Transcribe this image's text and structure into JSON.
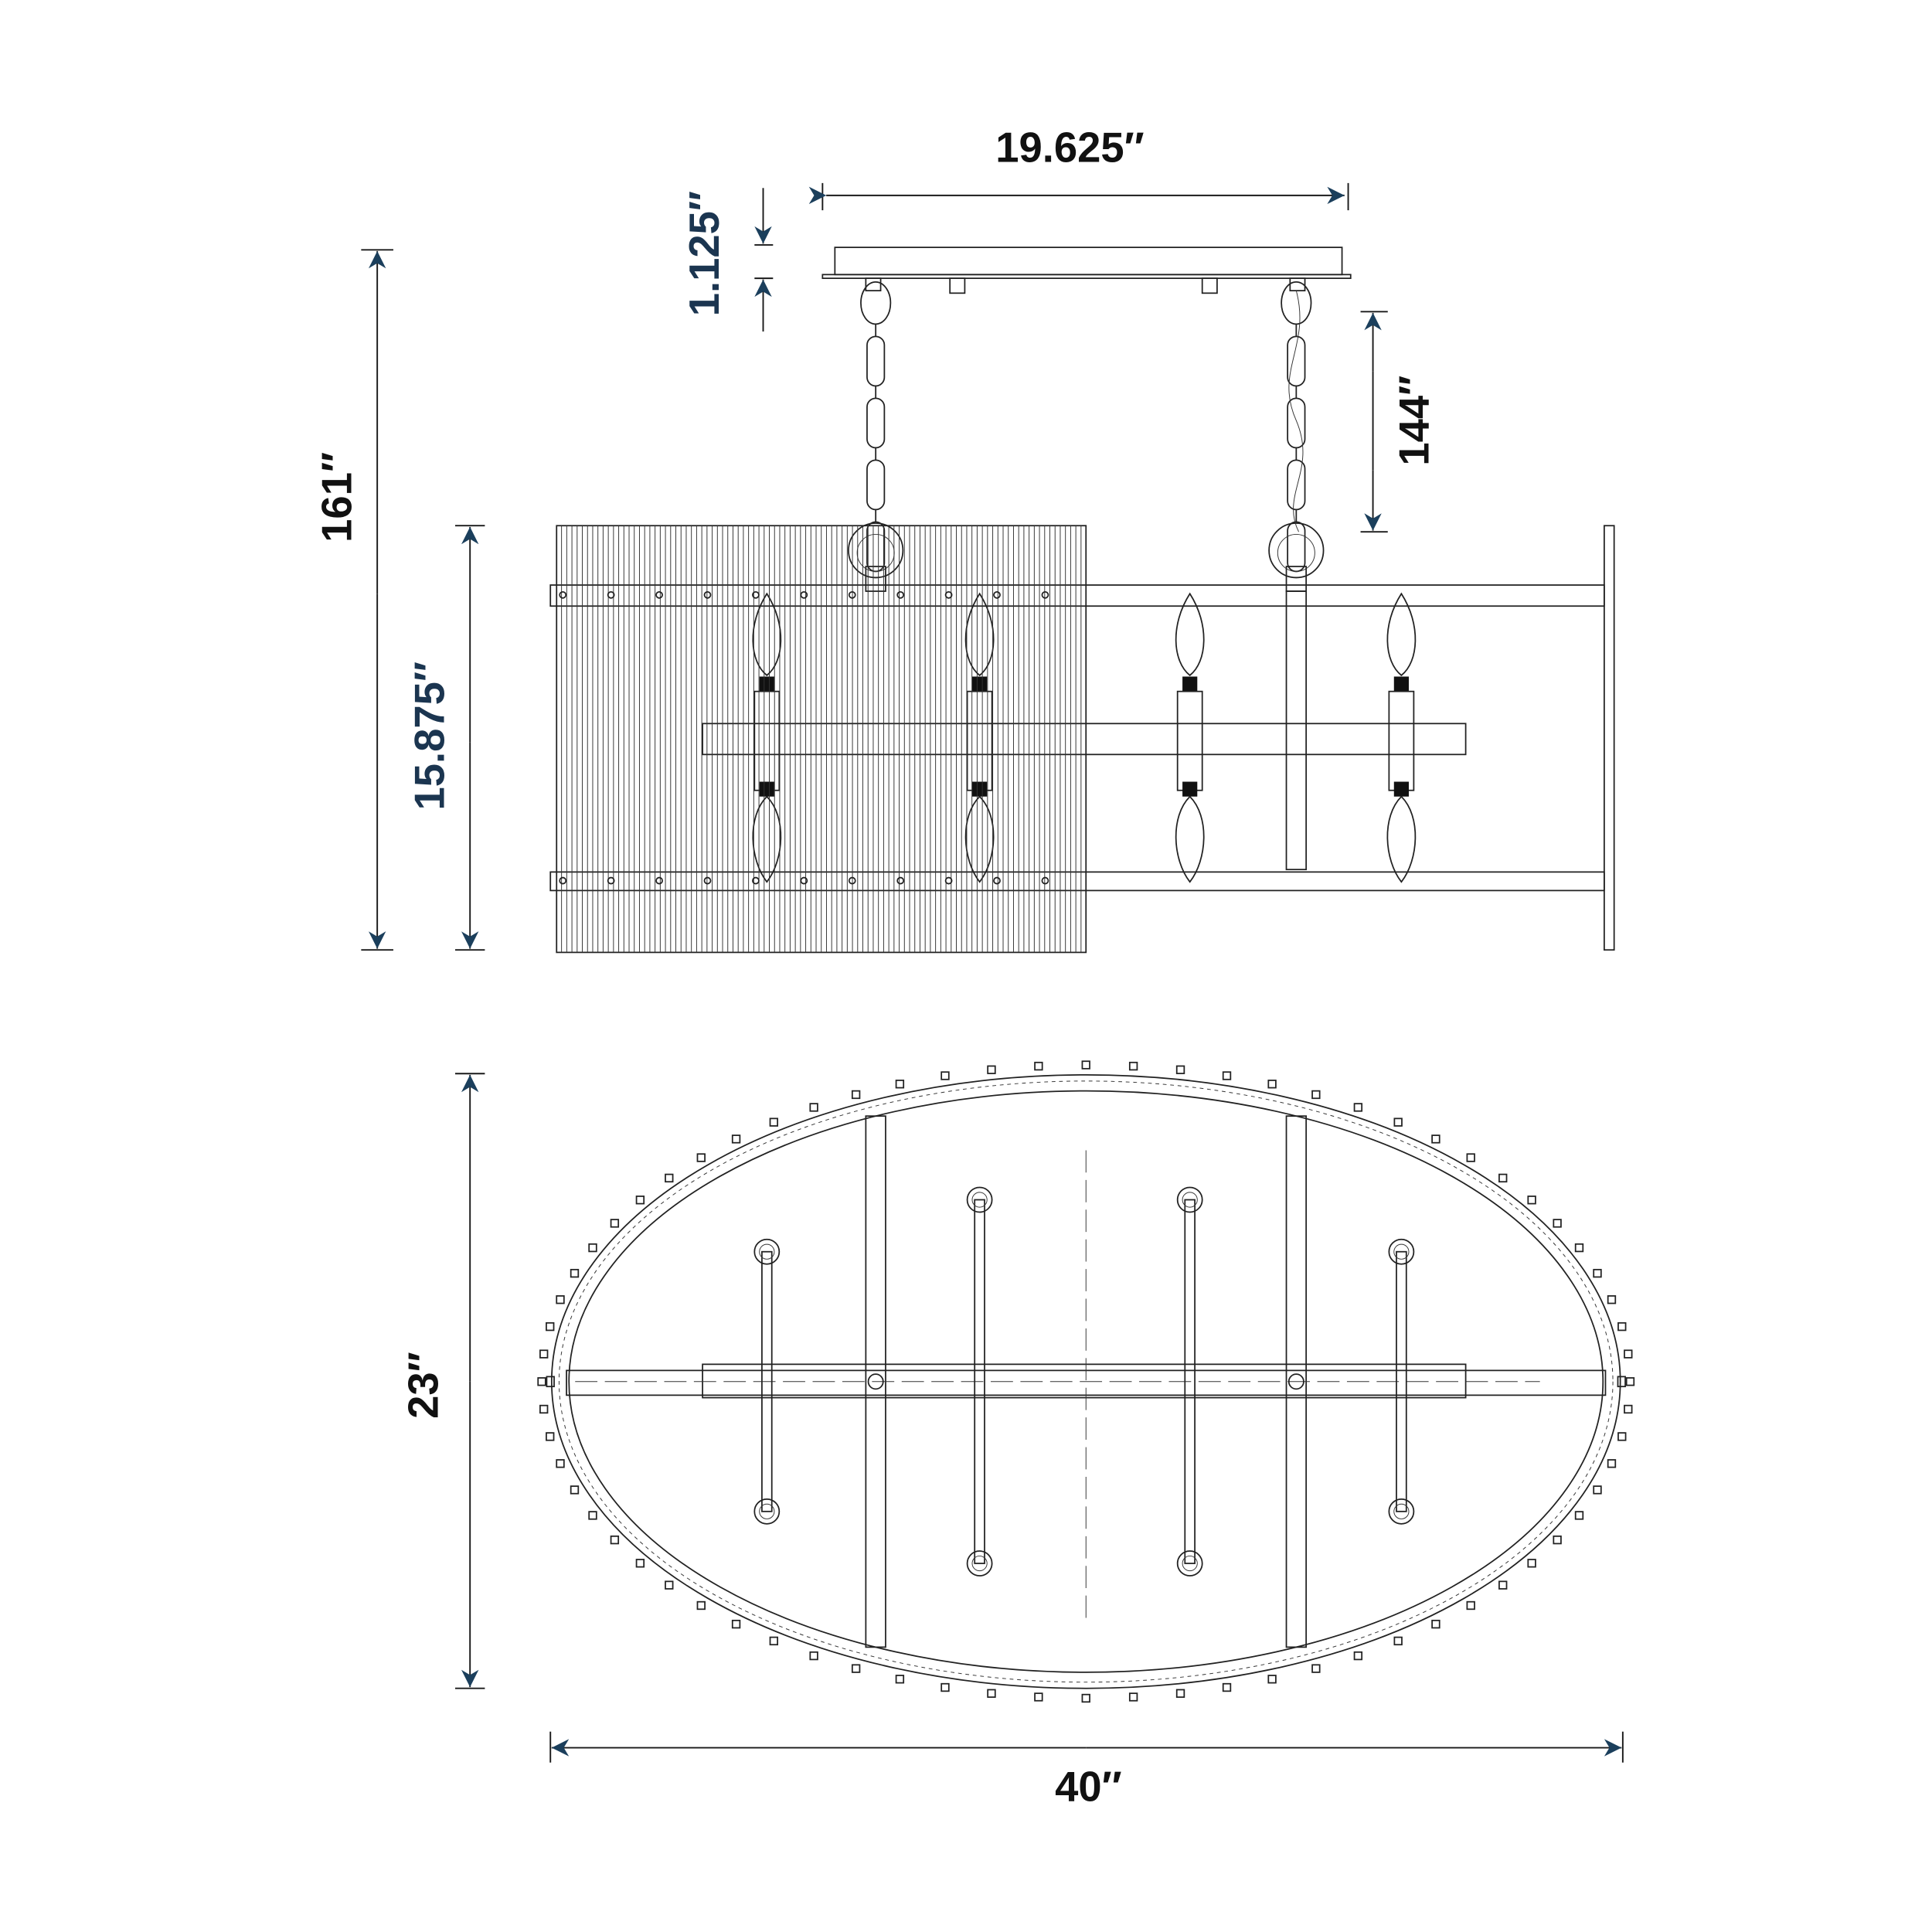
{
  "colors": {
    "arrow": "#1b3f5c",
    "navy_text": "#1b3550",
    "line": "#222222"
  },
  "dimensions": {
    "canopy_width": "19.625″",
    "canopy_height": "1.125″",
    "chain_length": "144″",
    "overall_height": "161″",
    "fixture_height": "15.875″",
    "depth": "23″",
    "width": "40″"
  }
}
